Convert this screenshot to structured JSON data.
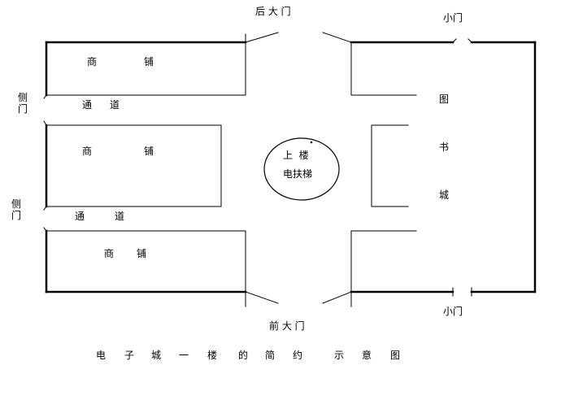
{
  "labels": {
    "rear_gate": "后 大 门",
    "front_gate": "前 大 门",
    "small_door_top": "小门",
    "small_door_bottom": "小门",
    "side_door_1": [
      "侧",
      "门"
    ],
    "side_door_2": [
      "侧",
      "门"
    ],
    "shop_1": [
      "商",
      "铺"
    ],
    "shop_2": [
      "商",
      "铺"
    ],
    "shop_3": [
      "商",
      "铺"
    ],
    "passage_1": [
      "通",
      "道"
    ],
    "passage_2": [
      "通",
      "道"
    ],
    "escalator": [
      "上  楼",
      "电扶梯"
    ],
    "bookstore": [
      "图",
      "书",
      "城"
    ],
    "caption": [
      "电",
      "子",
      "城",
      "一",
      "楼",
      "的",
      "简",
      "约",
      "示",
      "意",
      "图"
    ]
  },
  "colors": {
    "line": "#000000",
    "background": "#ffffff"
  }
}
